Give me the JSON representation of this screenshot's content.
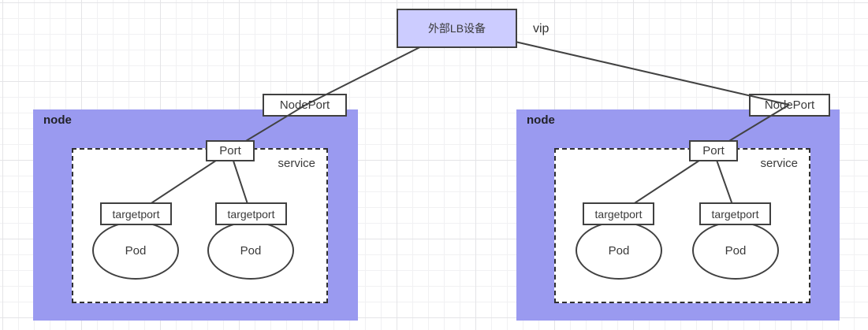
{
  "title_box": {
    "label": "外部LB设备"
  },
  "vip": "vip",
  "nodeports": [
    {
      "label": "NodePort"
    },
    {
      "label": "NodePort"
    }
  ],
  "nodes": [
    {
      "label": "node",
      "service": {
        "label": "service",
        "port": "Port",
        "targetports": [
          "targetport",
          "targetport"
        ],
        "pods": [
          "Pod",
          "Pod"
        ]
      }
    },
    {
      "label": "node",
      "service": {
        "label": "service",
        "port": "Port",
        "targetports": [
          "targetport",
          "targetport"
        ],
        "pods": [
          "Pod",
          "Pod"
        ]
      }
    }
  ],
  "colors": {
    "node_fill": "#9a9af0",
    "lb_fill": "#ccccff",
    "shape_border": "#404040",
    "dashed_border": "#2f2f2f",
    "connector_line": "#424242",
    "canvas_bg": "#ffffff",
    "grid_minor": "#f1f1f3",
    "grid_major": "#e4e4e7",
    "text": "#3a3a3a"
  }
}
